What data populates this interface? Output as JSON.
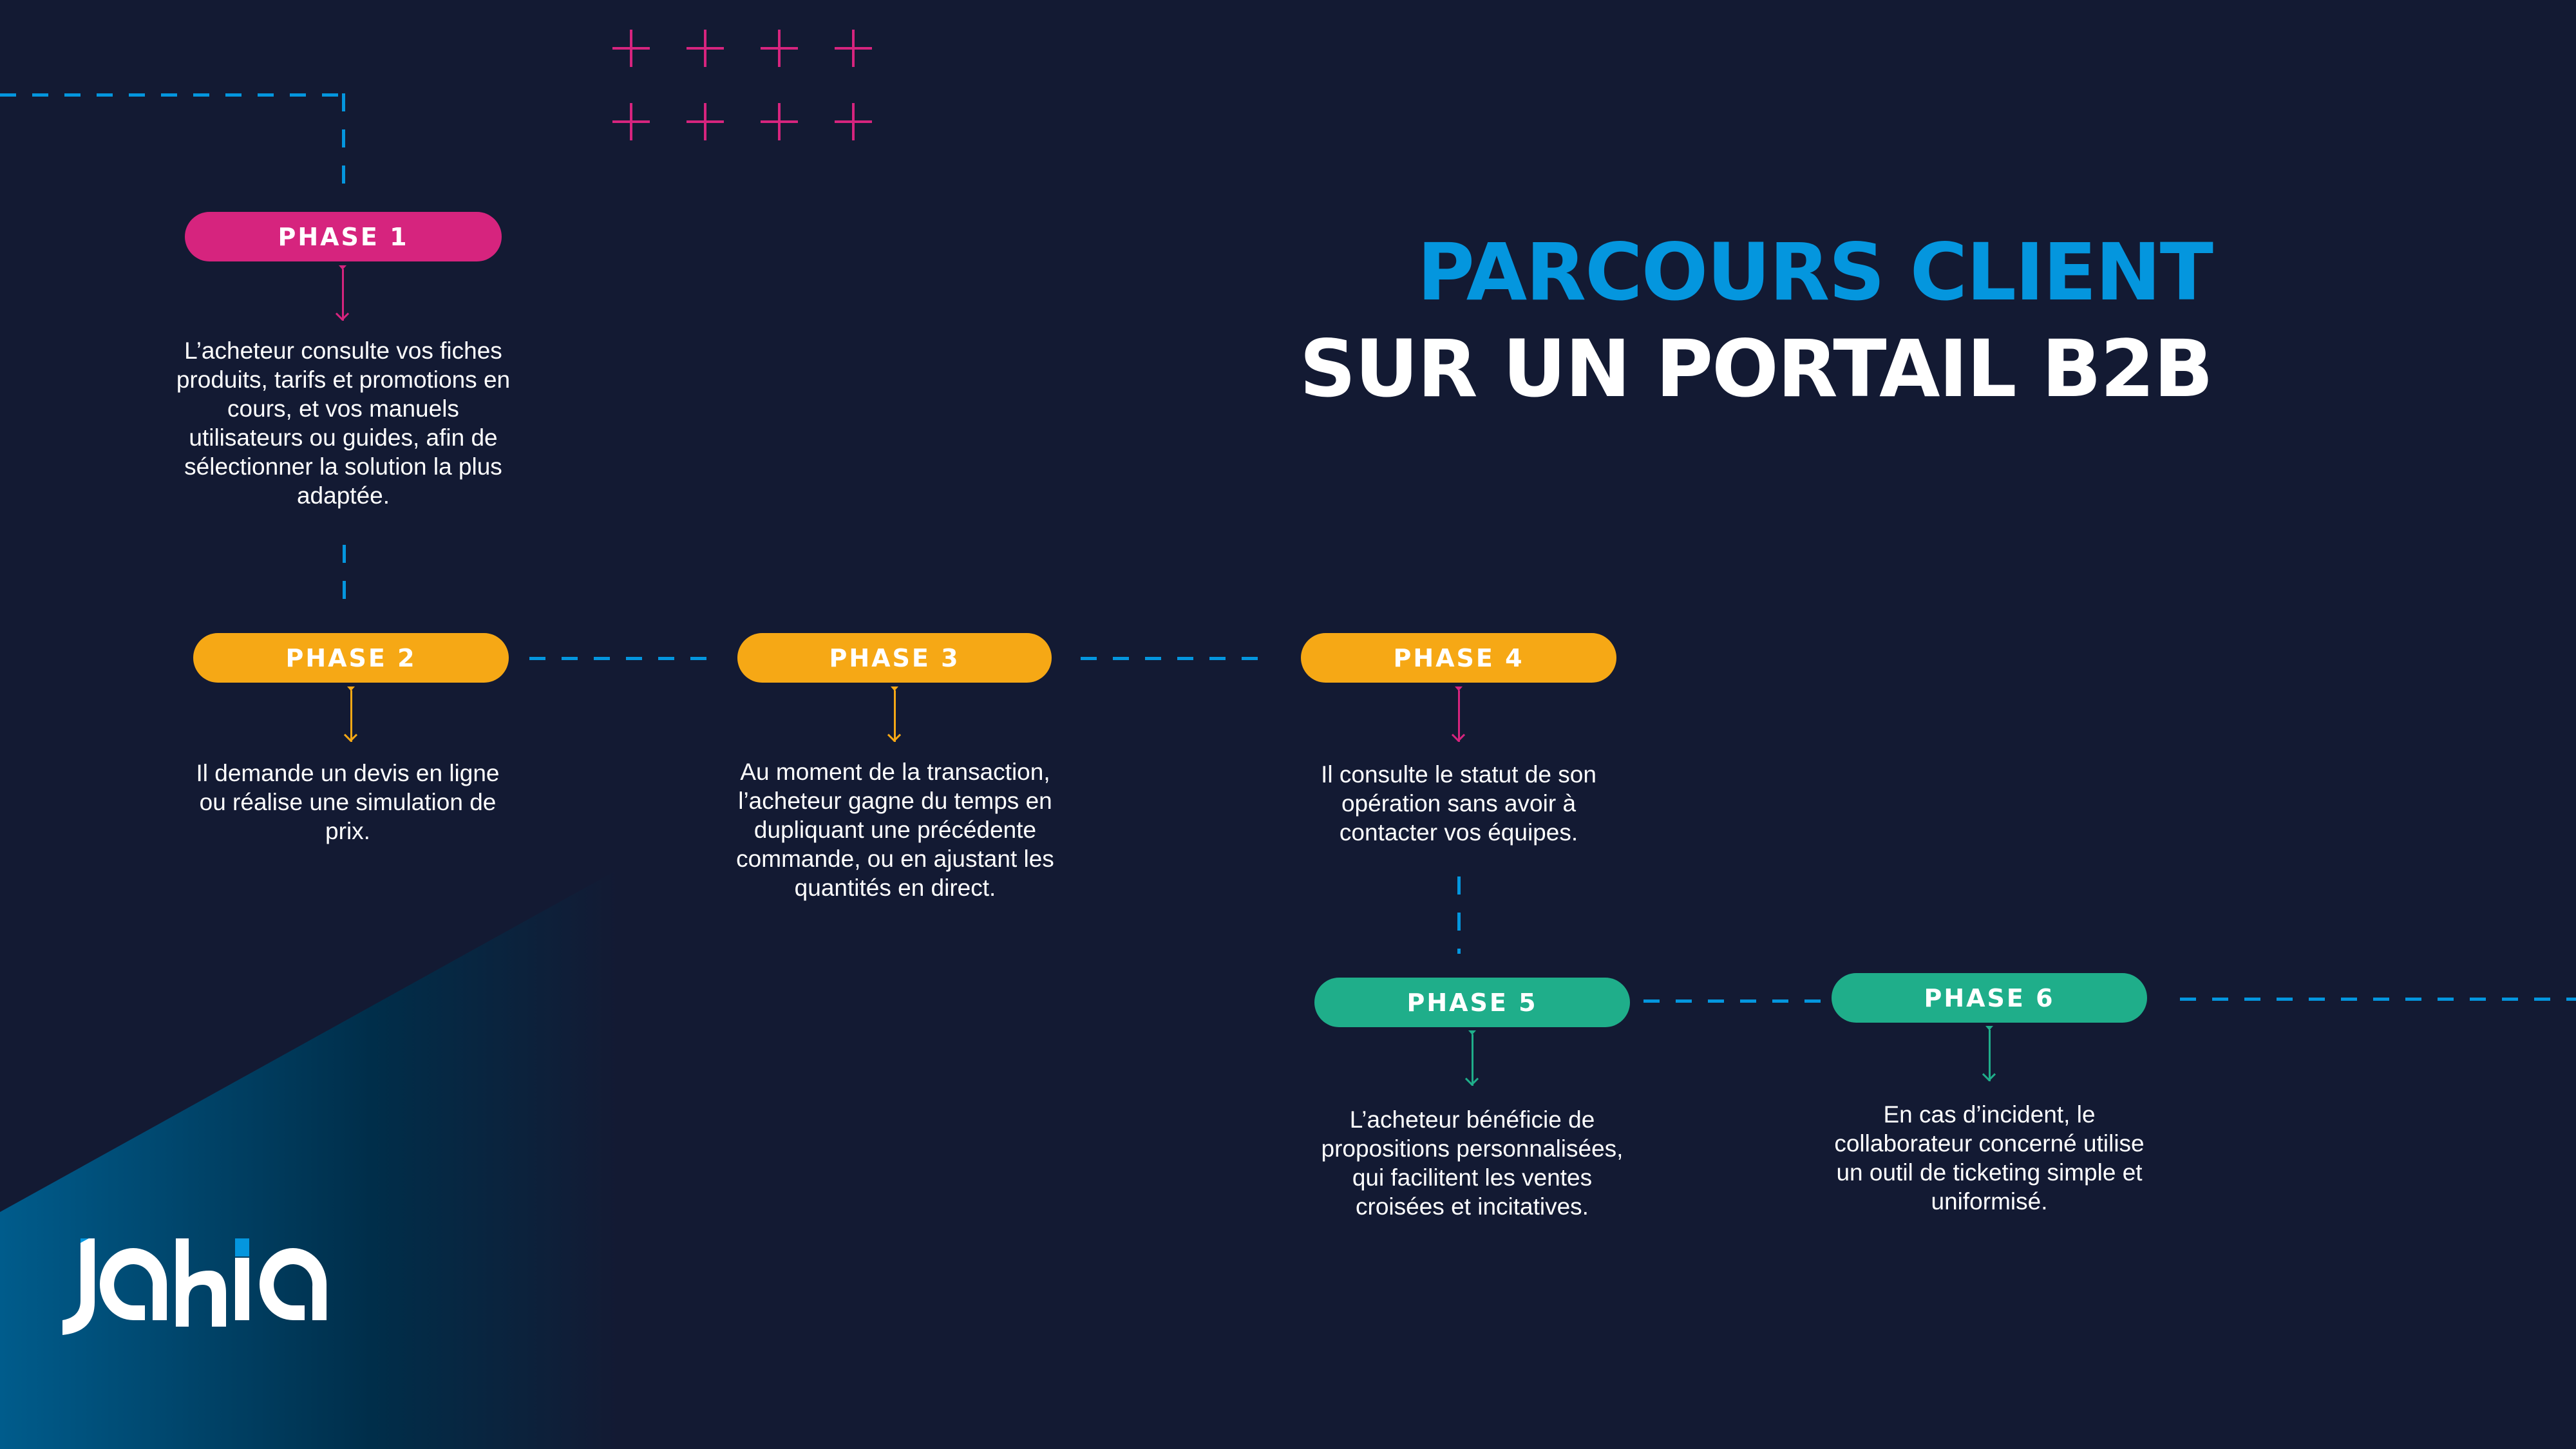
{
  "title": {
    "line1": "PARCOURS CLIENT",
    "line2": "SUR UN PORTAIL B2B"
  },
  "colors": {
    "background": "#131A33",
    "accent_blue": "#0496DE",
    "phase_pink": "#D6247E",
    "phase_orange": "#F6A815",
    "phase_green": "#1FAE8A",
    "text": "#FFFFFF"
  },
  "phases": [
    {
      "label": "PHASE 1",
      "color": "pink",
      "description": "L’acheteur consulte vos fiches produits, tarifs et promotions en cours, et vos manuels utilisateurs ou guides, afin de sélectionner la solution la plus adaptée."
    },
    {
      "label": "PHASE 2",
      "color": "orange",
      "description": "Il demande un devis en ligne ou réalise une simulation de prix."
    },
    {
      "label": "PHASE 3",
      "color": "orange",
      "description": "Au moment de la transaction, l’acheteur gagne du temps en dupliquant une précédente commande, ou en ajustant les quantités en direct."
    },
    {
      "label": "PHASE 4",
      "color": "orange",
      "arrow_color": "pink",
      "description": "Il consulte le statut de son opération sans avoir à contacter vos équipes."
    },
    {
      "label": "PHASE 5",
      "color": "green",
      "description": "L’acheteur bénéficie de propositions personnalisées, qui facilitent les ventes croisées et incitatives."
    },
    {
      "label": "PHASE 6",
      "color": "green",
      "description": "En cas d’incident, le collaborateur concerné utilise un outil de ticketing simple et uniformisé."
    }
  ],
  "logo": {
    "text": "jahia"
  }
}
